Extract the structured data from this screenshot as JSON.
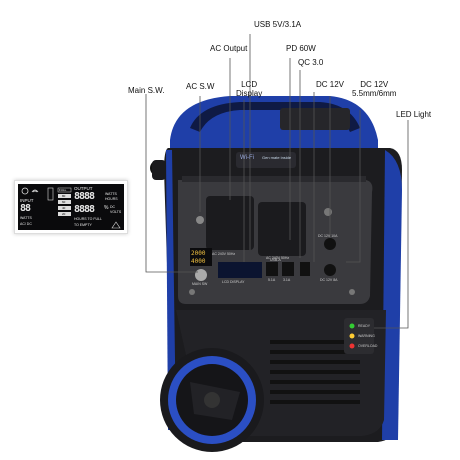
{
  "callouts": {
    "usb": "USB 5V/3.1A",
    "ac_output": "AC Output",
    "pd": "PD 60W",
    "qc": "QC 3.0",
    "dc12": "DC 12V",
    "dc12_line1": "DC 12V",
    "dc12_line2": "5.5mm/6mm",
    "ac_sw": "AC S.W",
    "lcd_line1": "LCD",
    "lcd_line2": "Display",
    "main_sw": "Main S.W.",
    "led_light": "LED Light"
  },
  "lcd_panel": {
    "output": "OUTPUT",
    "input": "INPUT",
    "full": "FULL",
    "levels": [
      "80",
      "60",
      "40",
      "20"
    ],
    "digits_top": "8888",
    "digits_bottom": "8888",
    "digits_left": "88",
    "units_top_line1": "WATTS",
    "units_top_line2": "HOURS",
    "units_bottom_line1": "DC",
    "units_bottom_line2": "VOLTS",
    "pct": "%",
    "watts": "WATTS",
    "ac_dc": "AC/ DC",
    "hours_to_full": "HOURS TO FULL",
    "to_empty": "TO EMPTY"
  },
  "device": {
    "wifi_badge": "Wi-Fi",
    "gen_badge": "Gen mate inside",
    "display_top": "2000",
    "display_bottom": "4000",
    "ac_label_1": "AC 240V 50Hz",
    "ac_label_2": "AC 240V 50Hz",
    "lcd_display_tag": "LCD DISPLAY",
    "main_sw_tag": "MAIN SW",
    "usb_tag": "USB-A",
    "usb_rating_1": "5.1A",
    "usb_rating_2": "3.1A",
    "dc_tag_1": "DC 12V 10A",
    "dc_tag_2": "DC 12V 8A",
    "led_tags": [
      "READY",
      "WARNING",
      "OVERLOAD"
    ]
  },
  "colors": {
    "body_dark": "#1c1c1f",
    "body_blue": "#1f3fa8",
    "wheel_blue": "#2b4fc4",
    "panel_grey": "#3a3a3e",
    "lcd_bg": "#0a0a0c"
  }
}
